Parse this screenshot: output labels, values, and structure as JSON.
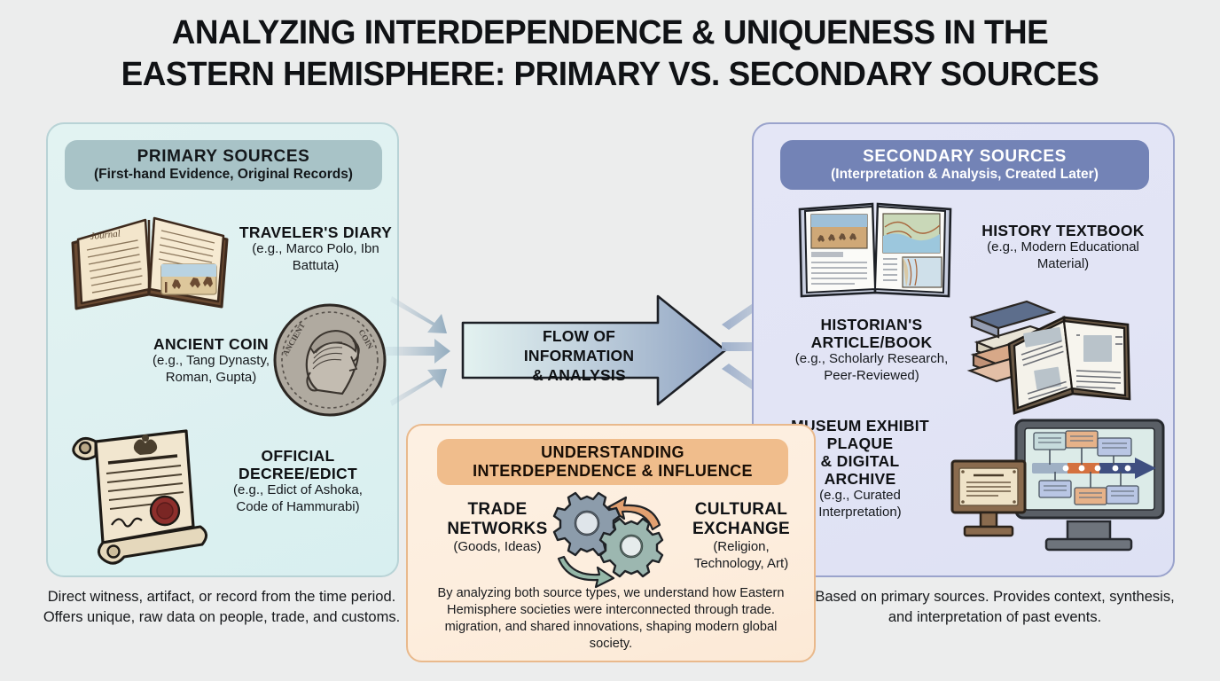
{
  "title": {
    "line1": "ANALYZING INTERDEPENDENCE & UNIQUENESS IN THE",
    "line2": "EASTERN HEMISPHERE: PRIMARY VS. SECONDARY SOURCES"
  },
  "colors": {
    "background": "#eceded",
    "primary_panel_bg": "#dff1f1",
    "primary_panel_border": "#b8d3d6",
    "primary_pill": "#a8c3c7",
    "secondary_panel_bg": "#e2e4f5",
    "secondary_panel_border": "#9aa3cc",
    "secondary_pill": "#7383b6",
    "center_card_bg": "#fdeede",
    "center_card_border": "#e9b98c",
    "center_pill": "#f0bd8c",
    "flow_arrow_start": "#dff0ef",
    "flow_arrow_end": "#93a6c4",
    "feeder_arrow": "#a8bccb"
  },
  "primary": {
    "header_title": "PRIMARY SOURCES",
    "header_subtitle": "(First-hand Evidence, Original Records)",
    "items": [
      {
        "icon": "open-diary-icon",
        "title": "TRAVELER'S DIARY",
        "subtitle": "(e.g., Marco Polo, Ibn\nBattuta)"
      },
      {
        "icon": "ancient-coin-icon",
        "title": "ANCIENT COIN",
        "subtitle": "(e.g., Tang Dynasty,\nRoman, Gupta)"
      },
      {
        "icon": "scroll-decree-icon",
        "title": "OFFICIAL\nDECREE/EDICT",
        "subtitle": "(e.g., Edict of Ashoka,\nCode of Hammurabi)"
      }
    ],
    "caption": "Direct witness, artifact, or record from the time period. Offers unique, raw data on people, trade, and customs."
  },
  "flow": {
    "label_line1": "FLOW OF INFORMATION",
    "label_line2": "& ANALYSIS",
    "icon": "right-arrow-icon"
  },
  "secondary": {
    "header_title": "SECONDARY SOURCES",
    "header_subtitle": "(Interpretation & Analysis, Created Later)",
    "items": [
      {
        "icon": "history-textbook-icon",
        "title": "HISTORY TEXTBOOK",
        "subtitle": "(e.g., Modern Educational\nMaterial)"
      },
      {
        "icon": "stacked-books-icon",
        "title": "HISTORIAN'S\nARTICLE/BOOK",
        "subtitle": "(e.g., Scholarly Research,\nPeer-Reviewed)"
      },
      {
        "icon": "museum-monitor-icon",
        "title": "MUSEUM EXHIBIT\nPLAQUE\n& DIGITAL\nARCHIVE",
        "subtitle": "(e.g., Curated\nInterpretation)"
      }
    ],
    "caption": "Based on primary sources. Provides context, synthesis, and interpretation of past events."
  },
  "center_card": {
    "header_line1": "UNDERSTANDING",
    "header_line2": "INTERDEPENDENCE & INFLUENCE",
    "left_title": "TRADE\nNETWORKS",
    "left_subtitle": "(Goods, Ideas)",
    "gears_icon": "two-gears-cycle-icon",
    "right_title": "CULTURAL\nEXCHANGE",
    "right_subtitle": "(Religion,\nTechnology, Art)",
    "body": "By analyzing both source types, we understand how Eastern Hemisphere societies were interconnected through trade. migration, and shared innovations, shaping modern global society."
  }
}
